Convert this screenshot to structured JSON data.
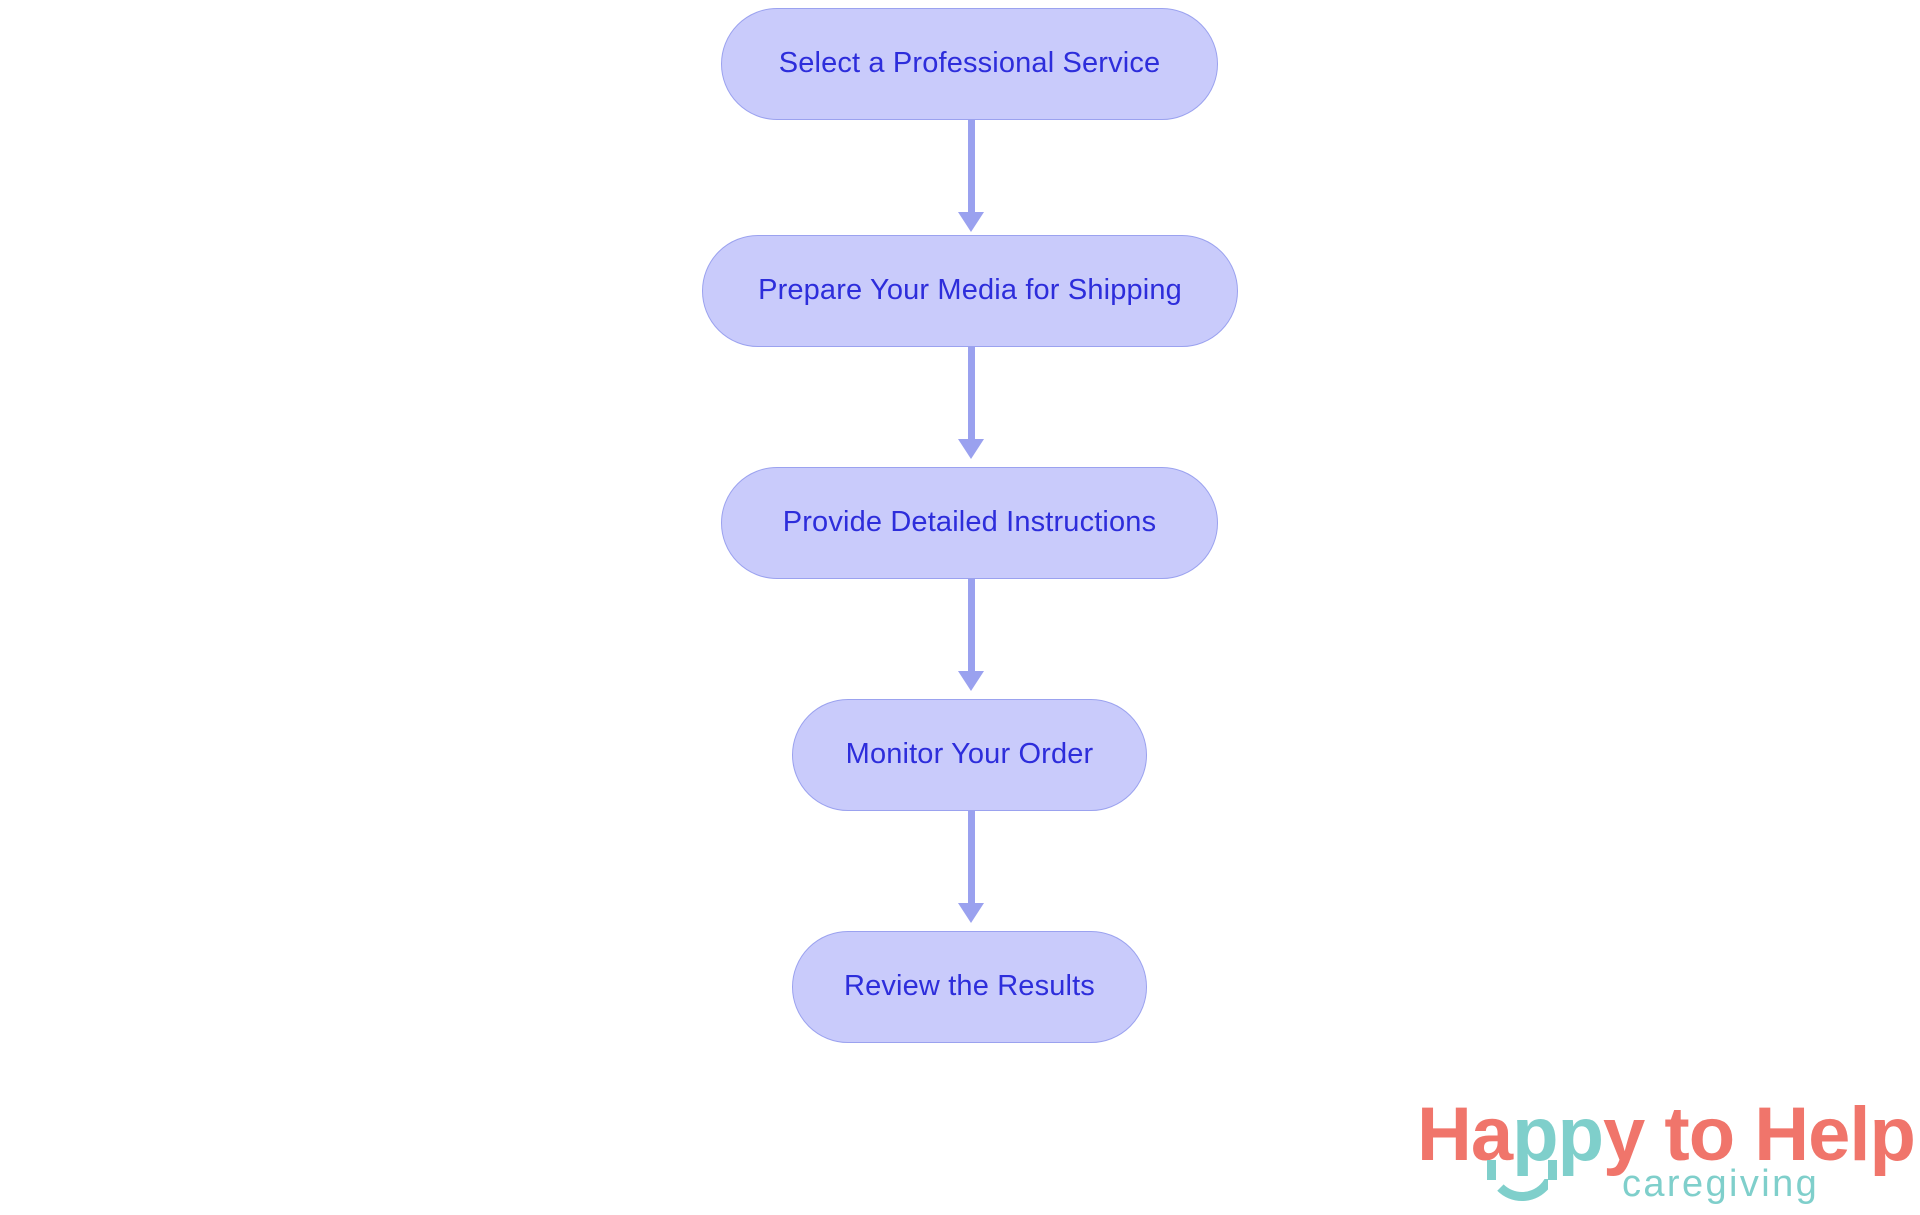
{
  "chart_data": {
    "type": "diagram",
    "diagram_type": "flowchart",
    "orientation": "top-to-bottom",
    "title": "",
    "nodes": [
      {
        "id": "n1",
        "label": "Select a Professional Service",
        "shape": "rounded-pill",
        "order": 1
      },
      {
        "id": "n2",
        "label": "Prepare Your Media for Shipping",
        "shape": "rounded-pill",
        "order": 2
      },
      {
        "id": "n3",
        "label": "Provide Detailed Instructions",
        "shape": "rounded-pill",
        "order": 3
      },
      {
        "id": "n4",
        "label": "Monitor Your Order",
        "shape": "rounded-pill",
        "order": 4
      },
      {
        "id": "n5",
        "label": "Review the Results",
        "shape": "rounded-pill",
        "order": 5
      }
    ],
    "edges": [
      {
        "from": "n1",
        "to": "n2",
        "label": "",
        "arrow": "down"
      },
      {
        "from": "n2",
        "to": "n3",
        "label": "",
        "arrow": "down"
      },
      {
        "from": "n3",
        "to": "n4",
        "label": "",
        "arrow": "down"
      },
      {
        "from": "n4",
        "to": "n5",
        "label": "",
        "arrow": "down"
      }
    ],
    "colors": {
      "node_fill": "#c9cbfb",
      "node_border": "#9ba2ef",
      "node_text": "#2d2ddb",
      "edge": "#9aa1ef",
      "background": "#ffffff"
    }
  },
  "nodes": {
    "n1": {
      "label": "Select a Professional Service"
    },
    "n2": {
      "label": "Prepare Your Media for Shipping"
    },
    "n3": {
      "label": "Provide Detailed Instructions"
    },
    "n4": {
      "label": "Monitor Your Order"
    },
    "n5": {
      "label": "Review the Results"
    }
  },
  "logo": {
    "word_1": "Ha",
    "word_pp": "pp",
    "word_2": "y to Help",
    "tagline": "caregiving",
    "brand_color": "#f0756b",
    "accent_color": "#7fcfcb"
  }
}
